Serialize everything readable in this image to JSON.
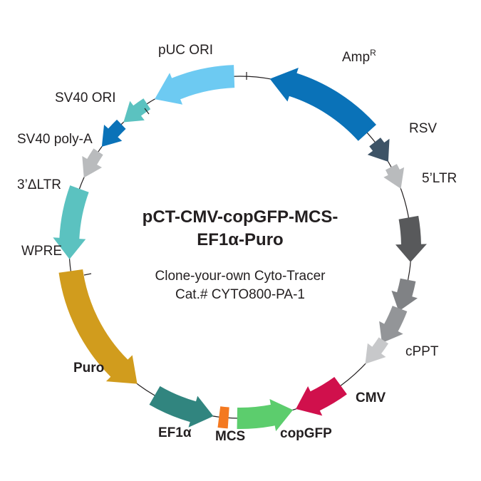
{
  "title": {
    "line1": "pCT-CMV-copGFP-MCS-",
    "line2": "EF1α-Puro",
    "subtitle1": "Clone-your-own Cyto-Tracer",
    "subtitle2": "Cat.# CYTO800-PA-1"
  },
  "features": [
    {
      "id": "ampr",
      "label": "Amp",
      "sup": "R",
      "color": "#0a72b8",
      "bold": false
    },
    {
      "id": "rsv",
      "label": "RSV",
      "color": "#3d5366",
      "bold": false
    },
    {
      "id": "ltr5",
      "label": "5’LTR",
      "color": "#b9bbbd",
      "bold": false
    },
    {
      "id": "seg-dark",
      "label": "",
      "color": "#58595b",
      "bold": false
    },
    {
      "id": "seg-mid",
      "label": "",
      "color": "#808285",
      "bold": false
    },
    {
      "id": "seg-mid2",
      "label": "",
      "color": "#939598",
      "bold": false
    },
    {
      "id": "cppt",
      "label": "cPPT",
      "color": "#c7c8ca",
      "bold": false
    },
    {
      "id": "cmv",
      "label": "CMV",
      "color": "#d0104c",
      "bold": true
    },
    {
      "id": "copgfp",
      "label": "copGFP",
      "color": "#5ccd6d",
      "bold": true
    },
    {
      "id": "mcs",
      "label": "MCS",
      "color": "#f47920",
      "bold": true
    },
    {
      "id": "ef1a",
      "label": "EF1α",
      "color": "#31857f",
      "bold": true
    },
    {
      "id": "puro",
      "label": "Puro",
      "color": "#d19c1d",
      "bold": true
    },
    {
      "id": "wpre",
      "label": "WPRE",
      "color": "#5bc2c0",
      "bold": false
    },
    {
      "id": "ltr3",
      "label": "3’ΔLTR",
      "color": "#b9bbbd",
      "bold": false
    },
    {
      "id": "sv40pa",
      "label": "SV40 poly-A",
      "color": "#0a72b8",
      "bold": false
    },
    {
      "id": "sv40ori",
      "label": "SV40 ORI",
      "color": "#5bc2c0",
      "bold": false
    },
    {
      "id": "puc",
      "label": "pUC ORI",
      "color": "#6dcaf2",
      "bold": false
    }
  ]
}
